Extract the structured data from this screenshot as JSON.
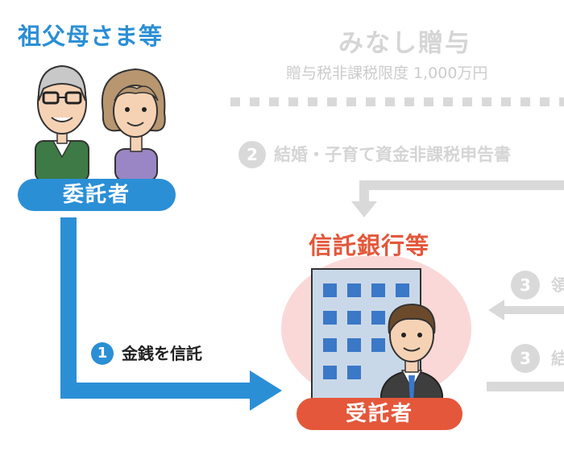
{
  "grandparents": {
    "title": "祖父母さま等",
    "role": "委託者"
  },
  "trust_bank": {
    "title": "信託銀行等",
    "role": "受託者"
  },
  "deemed_gift": {
    "title": "みなし贈与",
    "subtitle": "贈与税非課税限度 1,000万円"
  },
  "steps": {
    "step1": {
      "num": "1",
      "label": "金銭を信託"
    },
    "step2": {
      "num": "2",
      "label": "結婚・子育て資金非課税申告書"
    },
    "step3a": {
      "num": "3",
      "label": "領"
    },
    "step3b": {
      "num": "3",
      "label": "結"
    }
  },
  "colors": {
    "blue": "#2b8fd6",
    "red": "#e4573a",
    "grey": "#d9d9d9"
  }
}
